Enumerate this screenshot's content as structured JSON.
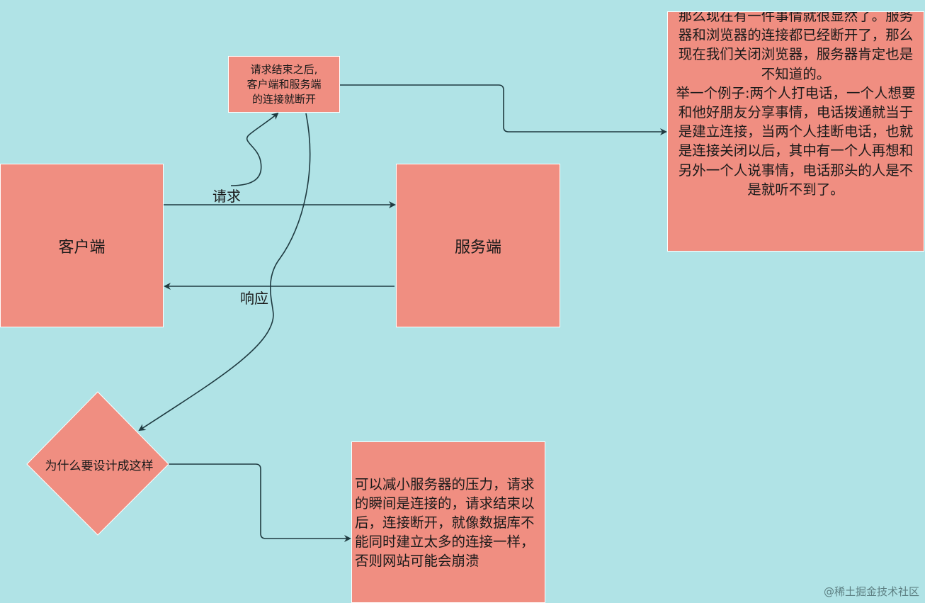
{
  "nodes": {
    "client": "客户端",
    "server": "服务端",
    "note_top": "请求结束之后,\n客户端和服务端\n的连接就断开",
    "note_right_p1": "那么现在有一件事情就很显然了。服务器和浏览器的连接都已经断开了，那么现在我们关闭浏览器，服务器肯定也是不知道的。",
    "note_right_p2": "举一个例子:两个人打电话，一个人想要和他好朋友分享事情，电话拨通就当于是建立连接，当两个人挂断电话，也就是连接关闭以后，其中有一个人再想和另外一个人说事情，电话那头的人是不是就听不到了。",
    "diamond": "为什么要设计成这样",
    "note_bottom": "可以减小服务器的压力，请求的瞬间是连接的，请求结束以后，连接断开，就像数据库不能同时建立太多的连接一样，否则网站可能会崩溃"
  },
  "edges": {
    "request": "请求",
    "response": "响应"
  },
  "watermark": "@稀土掘金技术社区",
  "colors": {
    "background": "#b0e3e6",
    "node_fill": "#f08e81",
    "edge": "#1f3a40"
  }
}
